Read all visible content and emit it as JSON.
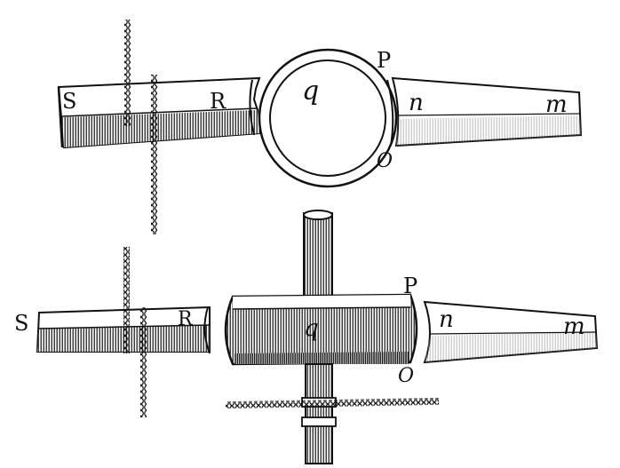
{
  "labels": {
    "top": {
      "S": "S",
      "R": "R",
      "q": "q",
      "P": "P",
      "O": "O",
      "n": "n",
      "m": "m"
    },
    "bottom": {
      "S": "S",
      "R": "R",
      "q": "q",
      "P": "P",
      "O": "O",
      "n": "n",
      "m": "m"
    }
  },
  "colors": {
    "ink": "#111111",
    "paper": "#ffffff"
  }
}
